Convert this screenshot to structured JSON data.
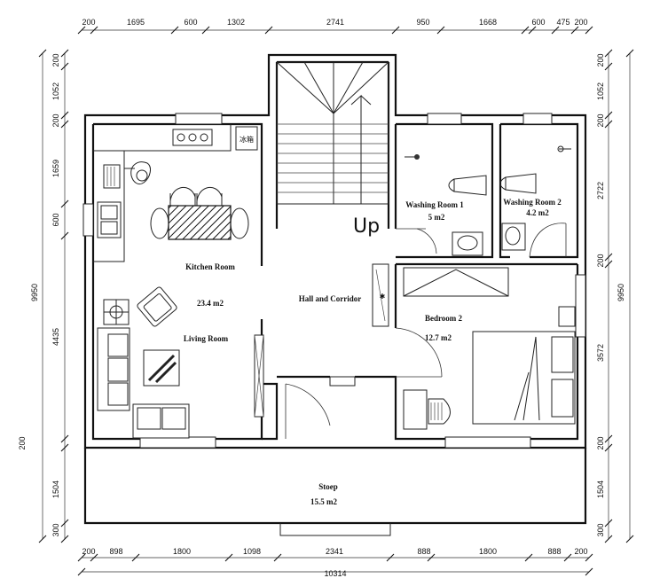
{
  "dimensions": {
    "top": [
      "200",
      "1695",
      "600",
      "1302",
      "2741",
      "950",
      "1668",
      "600",
      "475",
      "200"
    ],
    "bottom": [
      "200",
      "898",
      "1800",
      "1098",
      "2341",
      "888",
      "1800",
      "888",
      "200"
    ],
    "bottom_total": "10314",
    "left": [
      "200",
      "1052",
      "200",
      "1659",
      "600",
      "4435",
      "200",
      "1504",
      "300"
    ],
    "left_total": "9950",
    "right": [
      "200",
      "1052",
      "200",
      "2722",
      "200",
      "3572",
      "200",
      "1504",
      "300"
    ],
    "right_total": "9950"
  },
  "rooms": {
    "kitchen": {
      "name": "Kitchen Room"
    },
    "combined_area": "23.4 m2",
    "living": {
      "name": "Living Room"
    },
    "hall": {
      "name": "Hall and Corridor"
    },
    "washing1": {
      "name": "Washing Room 1",
      "area": "5 m2"
    },
    "washing2": {
      "name": "Washing Room 2",
      "area": "4.2 m2"
    },
    "bedroom2": {
      "name": "Bedroom 2",
      "area": "12.7 m2"
    },
    "stoep": {
      "name": "Stoep",
      "area": "15.5 m2"
    }
  },
  "stair": {
    "label": "Up"
  },
  "fixtures": {
    "appliance_label": "冰箱"
  }
}
